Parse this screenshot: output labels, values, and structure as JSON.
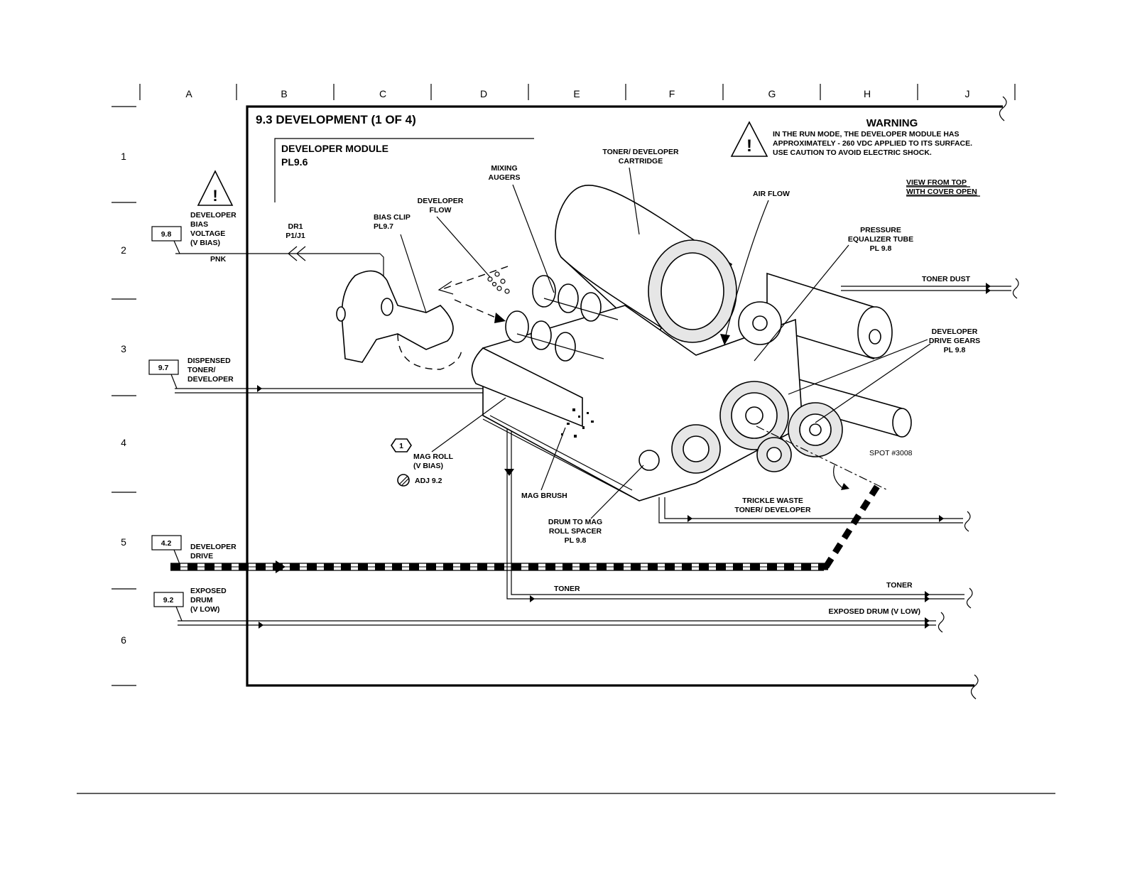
{
  "grid": {
    "columns": [
      "A",
      "B",
      "C",
      "D",
      "E",
      "F",
      "G",
      "H",
      "J"
    ],
    "rows": [
      "1",
      "2",
      "3",
      "4",
      "5",
      "6"
    ]
  },
  "title": "9.3 DEVELOPMENT (1 OF 4)",
  "module": {
    "name": "DEVELOPER MODULE",
    "part": "PL9.6"
  },
  "warning": {
    "heading": "WARNING",
    "lines": [
      "IN THE RUN MODE, THE DEVELOPER MODULE HAS",
      "APPROXIMATELY - 260 VDC APPLIED TO ITS SURFACE.",
      "USE CAUTION TO AVOID ELECTRIC SHOCK."
    ]
  },
  "view_note": [
    "VIEW FROM TOP",
    "WITH COVER OPEN"
  ],
  "inputs": {
    "bias": {
      "ref": "9.8",
      "lines": [
        "DEVELOPER",
        "BIAS",
        "VOLTAGE",
        "(V BIAS)"
      ],
      "wire": "PNK",
      "connector": [
        "DR1",
        "P1/J1"
      ]
    },
    "dispensed": {
      "ref": "9.7",
      "lines": [
        "DISPENSED",
        "TONER/",
        "DEVELOPER"
      ]
    },
    "drive": {
      "ref": "4.2",
      "lines": [
        "DEVELOPER",
        "DRIVE"
      ]
    },
    "exposed": {
      "ref": "9.2",
      "lines": [
        "EXPOSED",
        "DRUM",
        "(V LOW)"
      ]
    }
  },
  "labels": {
    "bias_clip": [
      "BIAS CLIP",
      "PL9.7"
    ],
    "developer_flow": [
      "DEVELOPER",
      "FLOW"
    ],
    "mixing_augers": [
      "MIXING",
      "AUGERS"
    ],
    "cartridge": [
      "TONER/ DEVELOPER",
      "CARTRIDGE"
    ],
    "air_flow": "AIR FLOW",
    "pressure_tube": [
      "PRESSURE",
      "EQUALIZER TUBE",
      "PL 9.8"
    ],
    "toner_dust": "TONER DUST",
    "drive_gears": [
      "DEVELOPER",
      "DRIVE GEARS",
      "PL 9.8"
    ],
    "spot": "SPOT #3008",
    "mag_roll": [
      "MAG ROLL",
      "(V BIAS)"
    ],
    "hex_ref": "1",
    "adj": "ADJ 9.2",
    "mag_brush": "MAG BRUSH",
    "spacer": [
      "DRUM TO MAG",
      "ROLL SPACER",
      "PL 9.8"
    ],
    "trickle": [
      "TRICKLE WASTE",
      "TONER/ DEVELOPER"
    ],
    "toner_left": "TONER",
    "toner_right": "TONER",
    "exposed_out": "EXPOSED DRUM (V LOW)"
  }
}
